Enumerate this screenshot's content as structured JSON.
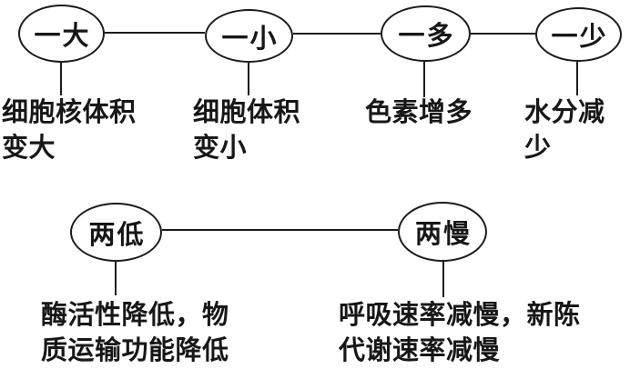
{
  "diagram": {
    "subject": "cell-aging-characteristics",
    "colors": {
      "stroke": "#1c1c1c",
      "background": "#ffffff",
      "text": "#171717"
    },
    "top_row": {
      "nodes": [
        {
          "label": "一大",
          "description": "细胞核体积\n变大"
        },
        {
          "label": "一小",
          "description": "细胞体积\n变小"
        },
        {
          "label": "一多",
          "description": "色素增多"
        },
        {
          "label": "一少",
          "description": "水分减少"
        }
      ]
    },
    "bottom_row": {
      "nodes": [
        {
          "label": "两低",
          "description": "酶活性降低，物\n质运输功能降低"
        },
        {
          "label": "两慢",
          "description": "呼吸速率减慢，新陈\n代谢速率减慢"
        }
      ]
    }
  }
}
